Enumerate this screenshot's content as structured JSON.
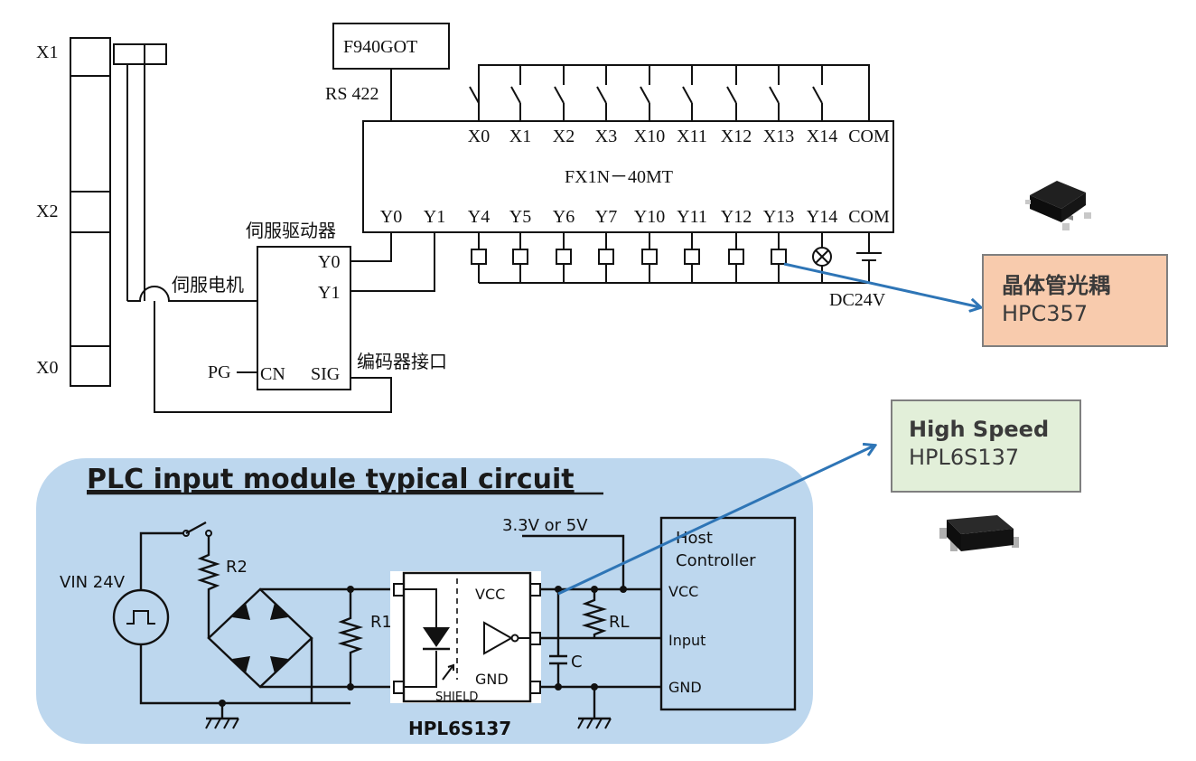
{
  "plc": {
    "model": "FX1N－40MT",
    "inputs": [
      "X0",
      "X1",
      "X2",
      "X3",
      "X10",
      "X11",
      "X12",
      "X13",
      "X14",
      "COM"
    ],
    "outputs": [
      "Y0",
      "Y1",
      "Y4",
      "Y5",
      "Y6",
      "Y7",
      "Y10",
      "Y11",
      "Y12",
      "Y13",
      "Y14",
      "COM"
    ],
    "hmi": "F940GOT",
    "bus": "RS 422",
    "supply": "DC24V"
  },
  "servo": {
    "driver_label": "伺服驱动器",
    "motor_label": "伺服电机",
    "encoder_label": "编码器接口",
    "pin_y0": "Y0",
    "pin_y1": "Y1",
    "pin_cn": "CN",
    "pin_sig": "SIG",
    "pg": "PG"
  },
  "axis": {
    "x1": "X1",
    "x2": "X2",
    "x0": "X0"
  },
  "callouts": {
    "transistor": {
      "title": "晶体管光耦",
      "part": "HPC357",
      "bg": "#f8cbad"
    },
    "highspeed": {
      "title": "High Speed",
      "part": "HPL6S137",
      "bg": "#e2efd9"
    }
  },
  "input_circuit": {
    "title": "PLC input module typical circuit",
    "panel_color": "#bdd7ee",
    "vin": "VIN 24V",
    "r1": "R1",
    "r2": "R2",
    "rl": "RL",
    "c": "C",
    "supply": "3.3V or 5V",
    "host_line1": "Host",
    "host_line2": "Controller",
    "vcc": "VCC",
    "input": "Input",
    "gnd": "GND",
    "chip_vcc": "VCC",
    "chip_gnd": "GND",
    "shield": "SHIELD",
    "chip_name": "HPL6S137"
  },
  "arrow_color": "#2e75b6"
}
